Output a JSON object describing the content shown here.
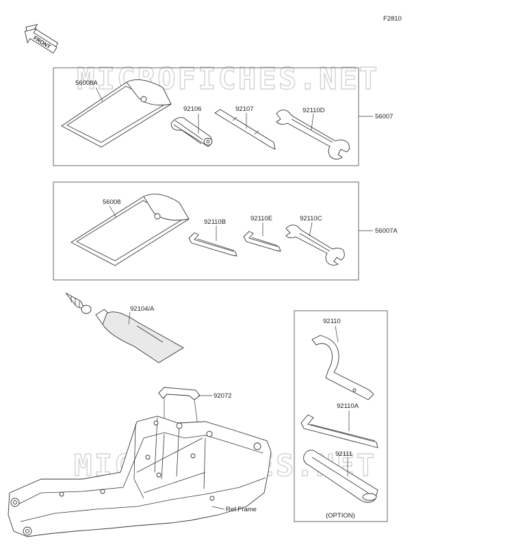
{
  "figure_code": "F2810",
  "front_label": "FRONT",
  "watermark": "MICROFICHES.NET",
  "groups": [
    {
      "ref": "56007",
      "parts": [
        "56008A",
        "92106",
        "92107",
        "92110D"
      ]
    },
    {
      "ref": "56007A",
      "parts": [
        "56008",
        "92110B",
        "92110E",
        "92110C"
      ]
    }
  ],
  "parts": {
    "p56008A": "56008A",
    "p92106": "92106",
    "p92107": "92107",
    "p92110D": "92110D",
    "p56007": "56007",
    "p56008": "56008",
    "p92110B": "92110B",
    "p92110E": "92110E",
    "p92110C": "92110C",
    "p56007A": "56007A",
    "p92104A": "92104/A",
    "p92072": "92072",
    "p92110": "92110",
    "p92110A": "92110A",
    "p92111": "92111"
  },
  "option_label": "(OPTION)",
  "ref_frame": "Ref.Frame"
}
